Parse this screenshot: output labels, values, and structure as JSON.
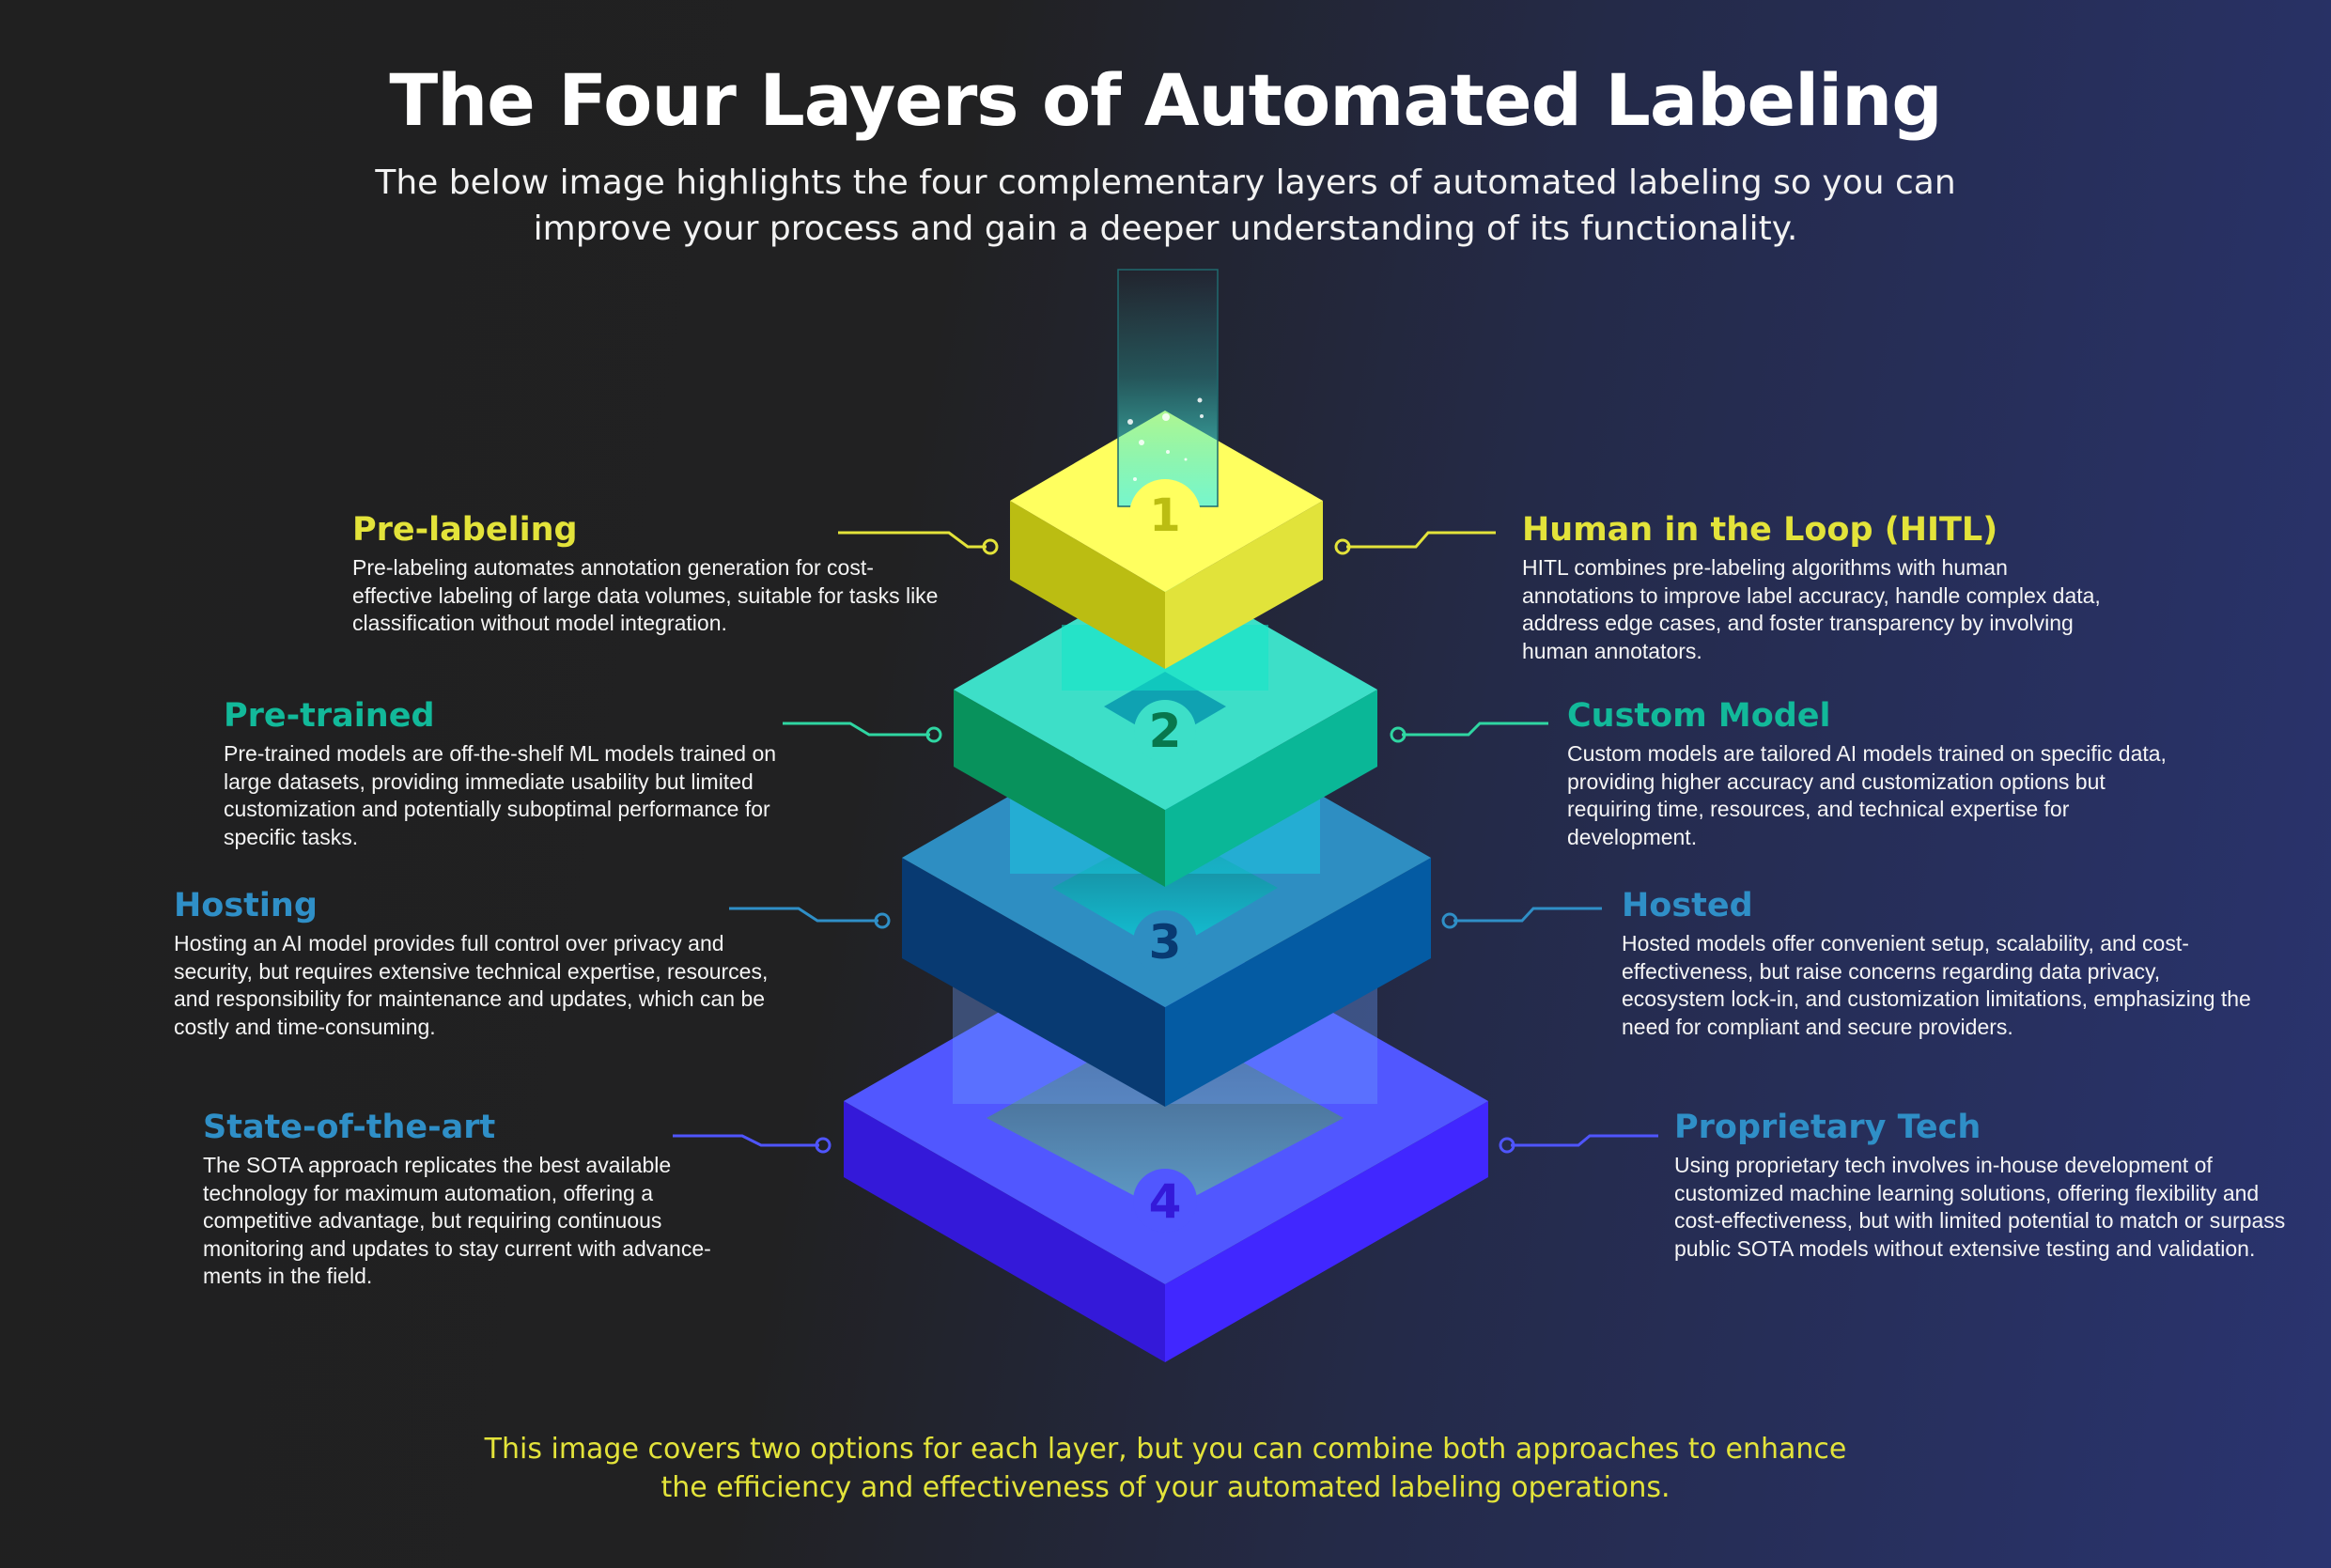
{
  "header": {
    "title": "The Four Layers of Automated Labeling",
    "subtitle_line1": "The below image highlights the four complementary layers of automated labeling so you can",
    "subtitle_line2": "improve your process and gain a deeper understanding of its functionality."
  },
  "colors": {
    "layer1": "#e3e33a",
    "layer2": "#12b99a",
    "layer3": "#2f8fc7",
    "layer4": "#4f55ff",
    "background_left": "#212121",
    "background_right": "#2a3470"
  },
  "layers": [
    {
      "number": "1",
      "left": {
        "title": "Pre-labeling",
        "text": "Pre-labeling automates annotation generation for cost-effective labeling of large data volumes, suitable for tasks like classification without model integration."
      },
      "right": {
        "title": "Human in the Loop (HITL)",
        "text": "HITL combines pre-labeling algorithms with human annotations to improve label accuracy, handle complex data, address edge cases, and foster transparency by involving human annotators."
      }
    },
    {
      "number": "2",
      "left": {
        "title": "Pre-trained",
        "text": "Pre-trained models are off-the-shelf ML models trained on large datasets, providing immediate usability but limited customization and potentially suboptimal performance for specific tasks."
      },
      "right": {
        "title": "Custom Model",
        "text": "Custom models are tailored AI models trained on specific data, providing higher accuracy and customization options but requiring time, resources, and technical expertise for development."
      }
    },
    {
      "number": "3",
      "left": {
        "title": "Hosting",
        "text": "Hosting an AI model provides full control over privacy and security, but requires extensive technical expertise, resources, and responsibility for maintenance and updates, which can be costly and time-consuming."
      },
      "right": {
        "title": "Hosted",
        "text": "Hosted models offer convenient setup, scalability, and cost-effectiveness, but raise concerns regarding data privacy, ecosystem lock-in, and customization limitations, emphasizing the need for compliant and secure providers."
      }
    },
    {
      "number": "4",
      "left": {
        "title": "State-of-the-art",
        "text": "The SOTA approach replicates the best available technology for maximum automation, offering a competitive advantage, but requiring continuous monitoring and updates to stay current with advance-ments in the field."
      },
      "right": {
        "title": "Proprietary Tech",
        "text": "Using proprietary tech involves in-house development of customized machine learning solutions, offering flexibility and cost-effectiveness, but with limited potential to match or surpass public SOTA models without extensive testing and validation."
      }
    }
  ],
  "footer": {
    "line1": "This image covers two options for each layer, but you can combine both approaches to enhance",
    "line2": "the efficiency and effectiveness of your automated labeling operations."
  }
}
